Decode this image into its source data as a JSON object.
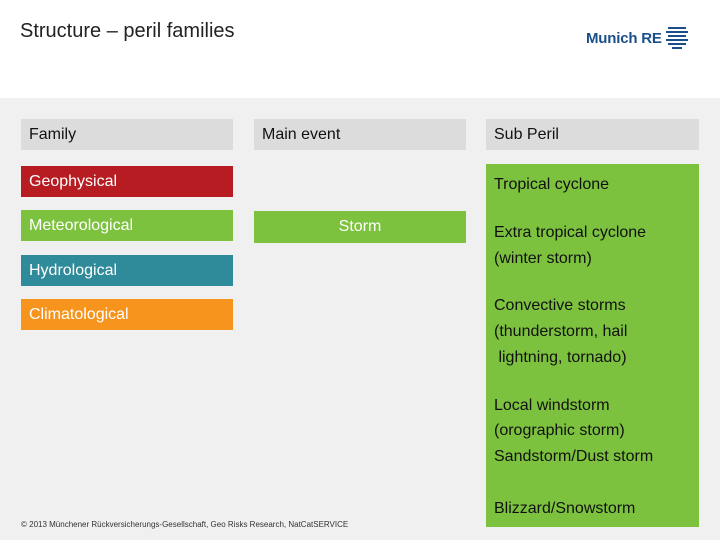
{
  "slide": {
    "title": "Structure – peril families",
    "logo_text": "Munich RE",
    "footer": "© 2013 Münchener Rückversicherungs-Gesellschaft, Geo Risks Research, NatCatSERVICE"
  },
  "headers": {
    "family": "Family",
    "main_event": "Main event",
    "sub_peril": "Sub Peril"
  },
  "families": [
    {
      "label": "Geophysical",
      "color": "#b71c22"
    },
    {
      "label": "Meteorological",
      "color": "#7dc23f"
    },
    {
      "label": "Hydrological",
      "color": "#2f8a9a"
    },
    {
      "label": "Climatological",
      "color": "#f7941d"
    }
  ],
  "main_event": {
    "label": "Storm",
    "color": "#7dc23f"
  },
  "sub_perils": [
    "Tropical cyclone",
    "Extra tropical cyclone",
    "(winter storm)",
    "Convective storms",
    "(thunderstorm, hail",
    " lightning, tornado)",
    "Local windstorm",
    "(orographic storm)",
    "Sandstorm/Dust storm",
    "Blizzard/Snowstorm"
  ],
  "colors": {
    "accent_green": "#7dc23f",
    "header_gray": "#dcdcdc",
    "band_gray": "#f0f0f0",
    "logo_blue": "#1a4f8b"
  }
}
